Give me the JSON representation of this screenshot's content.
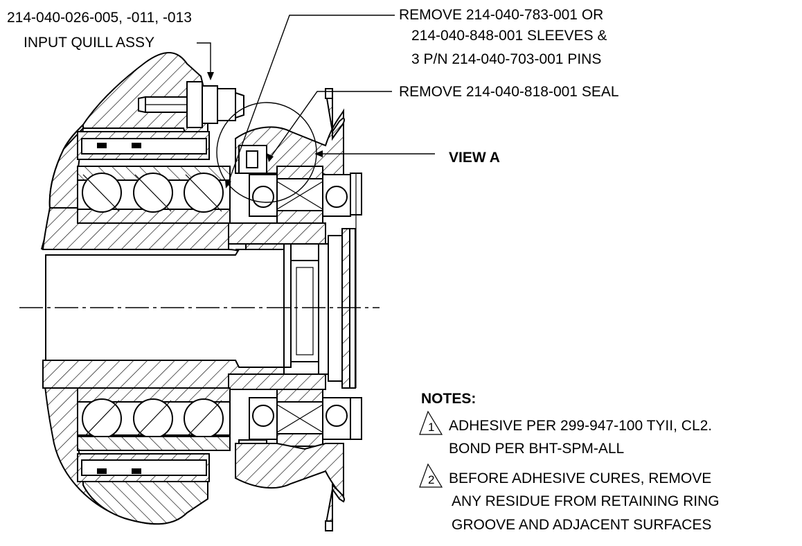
{
  "callouts": {
    "input_quill_part_numbers": "214-040-026-005, -011, -013",
    "input_quill_name": "INPUT QUILL ASSY",
    "remove_sleeves_line1": "REMOVE 214-040-783-001 OR",
    "remove_sleeves_line2": "214-040-848-001 SLEEVES &",
    "remove_sleeves_line3": "3 P/N 214-040-703-001 PINS",
    "remove_seal": "REMOVE 214-040-818-001 SEAL",
    "view_label": "VIEW A"
  },
  "notes": {
    "title": "NOTES:",
    "items": [
      {
        "number": "1",
        "line1": "ADHESIVE PER 299-947-100 TYII, CL2.",
        "line2": "BOND PER BHT-SPM-ALL"
      },
      {
        "number": "2",
        "line1": "BEFORE ADHESIVE CURES, REMOVE",
        "line2": "ANY RESIDUE FROM RETAINING RING",
        "line3": "GROOVE AND ADJACENT SURFACES"
      }
    ]
  }
}
